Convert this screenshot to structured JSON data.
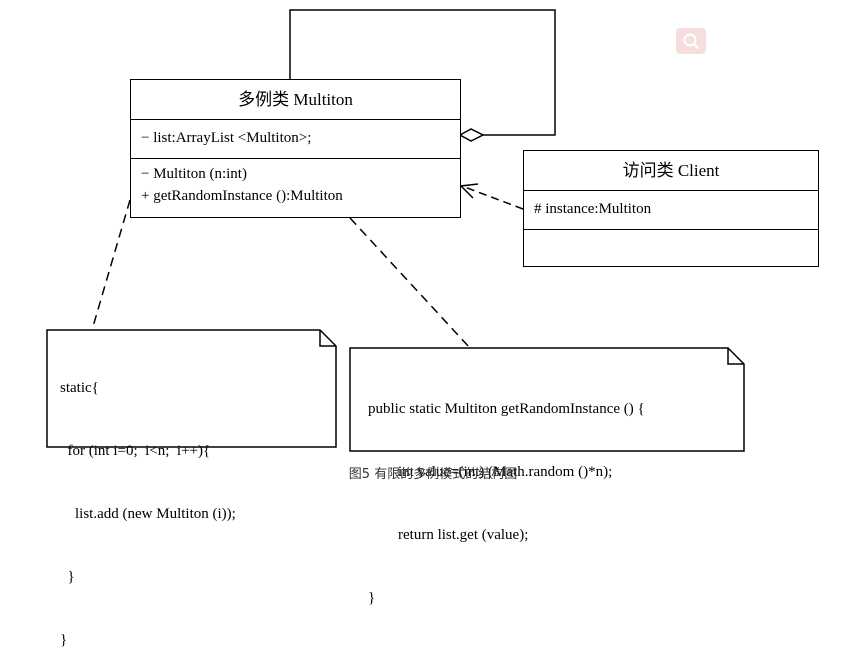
{
  "multiton_class": {
    "name": "多例类 Multiton",
    "attributes": [
      "− list:ArrayList <Multiton>;"
    ],
    "operations": [
      "− Multiton (n:int)",
      "+ getRandomInstance ():Multiton"
    ]
  },
  "client_class": {
    "name": "访问类 Client",
    "attributes": [
      "# instance:Multiton"
    ],
    "operations": []
  },
  "note_static": {
    "lines": [
      "static{",
      "  for (int i=0;  i<n;  i++){",
      "    list.add (new Multiton (i));",
      "  }",
      "}"
    ]
  },
  "note_method": {
    "lines": [
      "public static Multiton getRandomInstance () {",
      "        int value=(int) (Math.random ()*n);",
      "        return list.get (value);",
      "}"
    ]
  },
  "caption": "图5 有限的多例模式的结构图",
  "overlay": {
    "icon": "search-icon"
  }
}
